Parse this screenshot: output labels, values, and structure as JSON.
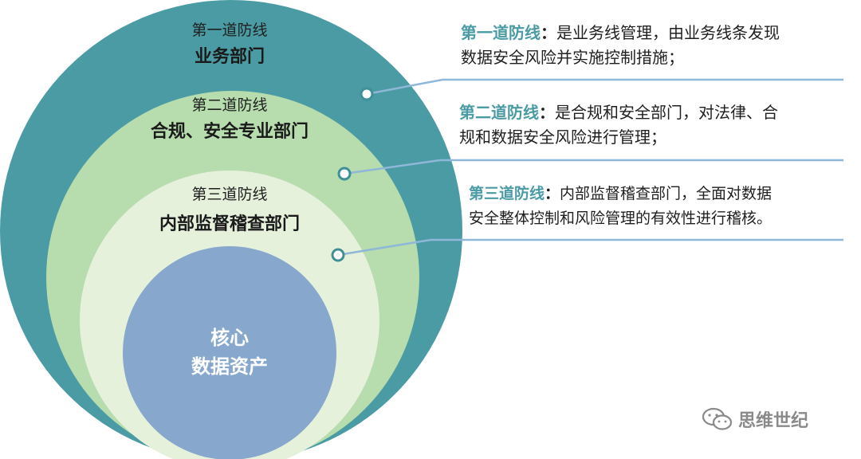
{
  "colors": {
    "ring1": "#4a9ba4",
    "ring2": "#b7dcae",
    "ring3": "#e6f1dc",
    "core": "#87a8cc",
    "accent": "#4a9ba4"
  },
  "rings": [
    {
      "label": "第一道防线",
      "dept": "业务部门"
    },
    {
      "label": "第二道防线",
      "dept": "合规、安全专业部门"
    },
    {
      "label": "第三道防线",
      "dept": "内部监督稽查部门"
    }
  ],
  "core": {
    "line1": "核心",
    "line2": "数据资产"
  },
  "descriptions": [
    {
      "lead": "第一道防线",
      "colon": "：",
      "line1": "是业务线管理，由业务线条发现",
      "line2": "数据安全风险并实施控制措施；"
    },
    {
      "lead": "第二道防线",
      "colon": "：",
      "line1": "是合规和安全部门，对法律、合",
      "line2": "规和数据安全风险进行管理；"
    },
    {
      "lead": "第三道防线",
      "colon": "：",
      "line1": "内部监督稽查部门，全面对数据",
      "line2": "安全整体控制和风险管理的有效性进行稽核。"
    }
  ],
  "watermark": {
    "text": "思维世纪",
    "icon": "wechat-icon"
  }
}
